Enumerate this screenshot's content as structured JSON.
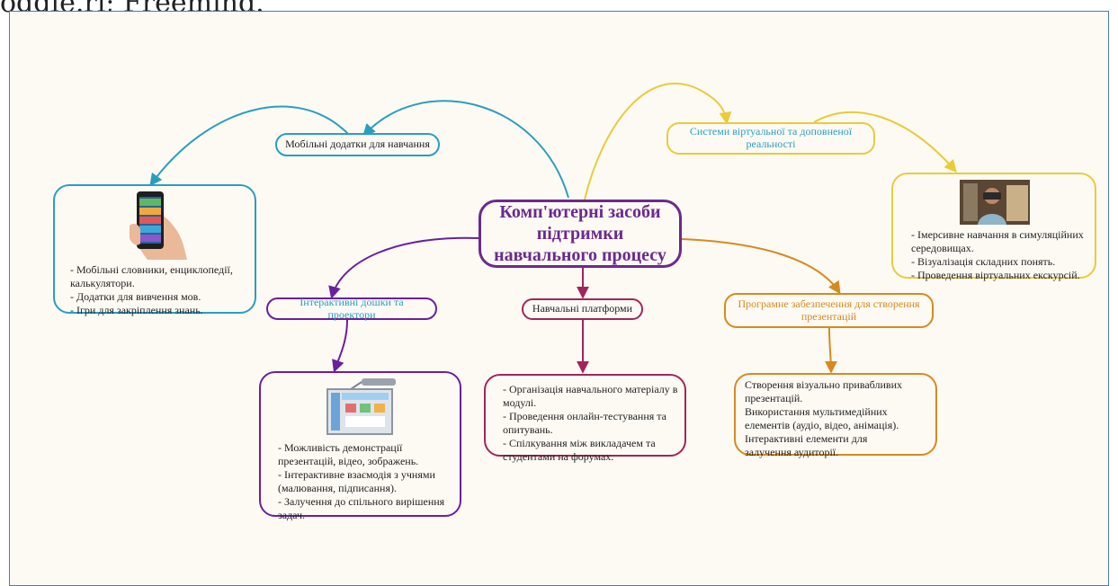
{
  "top_caption": "oggle.ri; Freemind.",
  "central": {
    "title": "Комп'ютерні засоби підтримки навчального процесу",
    "color": "#6b2a8e"
  },
  "branches": {
    "mobile": {
      "label": "Мобільні додатки для навчання",
      "color": "#2a9ec0",
      "icon": "smartphone-in-hand-image",
      "details": "- Мобільні словники, енциклопедії, калькулятори.\n- Додатки для вивчення мов.\n- Ігри для закріплення знань."
    },
    "vr": {
      "label": "Системи віртуальної та доповненої реальності",
      "color": "#e8cc3a",
      "icon": "vr-headset-user-image",
      "details": "- Імерсивне навчання в симуляційних середовищах.\n- Візуалізація складних понять.\n- Проведення віртуальних екскурсій."
    },
    "whiteboards": {
      "label": "Інтерактивні дошки та проектори",
      "color": "#6a1fa0",
      "icon": "interactive-whiteboard-image",
      "details": "- Можливість демонстрації презентацій, відео, зображень.\n- Інтерактивне взаємодія з учнями (малювання, підписання).\n- Залучення до спільного вирішення задач."
    },
    "platforms": {
      "label": "Навчальні платформи",
      "color": "#a3245a",
      "details": "- Організація навчального матеріалу в модулі.\n- Проведення онлайн-тестування та опитувань.\n- Спілкування між викладачем та студентами на форумах."
    },
    "presentations": {
      "label": "Програмне забезпечення для створення презентацій",
      "color": "#d68a1e",
      "details": "Створення візуально привабливих презентацій.\nВикористання мультимедійних елементів (аудіо, відео, анімація).\nІнтерактивні елементи для залучення аудиторії."
    }
  }
}
